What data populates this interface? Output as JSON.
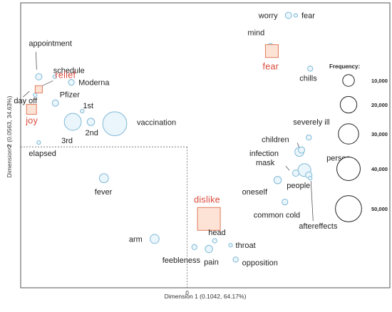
{
  "chart_data": {
    "type": "scatter",
    "xlabel": "Dimension 1   (0.1042,   64.17%)",
    "ylabel": "Dimension 2   (0.0563,   34.63%)",
    "x_zero_label": "0",
    "y_zero_label": "0",
    "xlim": [
      -2.3,
      2.8
    ],
    "ylim": [
      -2.25,
      2.3
    ],
    "points": [
      {
        "label": "worry",
        "x": 1.4,
        "y": 2.1,
        "freq": 3000,
        "kind": "word"
      },
      {
        "label": "fear",
        "x": 1.5,
        "y": 2.1,
        "freq": 1000,
        "kind": "word"
      },
      {
        "label": "mind",
        "x": 1.15,
        "y": 1.6,
        "freq": 3000,
        "kind": "word"
      },
      {
        "label": "chills",
        "x": 1.7,
        "y": 1.25,
        "freq": 2000,
        "kind": "word"
      },
      {
        "label": "appointment",
        "x": -2.05,
        "y": 1.12,
        "freq": 3000,
        "kind": "word"
      },
      {
        "label": "schedule",
        "x": -1.83,
        "y": 1.12,
        "freq": 1000,
        "kind": "word"
      },
      {
        "label": "Moderna",
        "x": -1.6,
        "y": 1.03,
        "freq": 2500,
        "kind": "word"
      },
      {
        "label": "day off",
        "x": -2.1,
        "y": 0.83,
        "freq": 1000,
        "kind": "word"
      },
      {
        "label": "Pfizer",
        "x": -1.82,
        "y": 0.7,
        "freq": 3000,
        "kind": "word"
      },
      {
        "label": "1st",
        "x": -1.45,
        "y": 0.57,
        "freq": 1000,
        "kind": "word"
      },
      {
        "label": "3rd",
        "x": -1.58,
        "y": 0.4,
        "freq": 21000,
        "kind": "word"
      },
      {
        "label": "2nd",
        "x": -1.33,
        "y": 0.4,
        "freq": 4000,
        "kind": "word"
      },
      {
        "label": "vaccination",
        "x": -1.0,
        "y": 0.37,
        "freq": 42000,
        "kind": "word"
      },
      {
        "label": "elapsed",
        "x": -2.05,
        "y": 0.07,
        "freq": 1000,
        "kind": "word"
      },
      {
        "label": "severely ill",
        "x": 1.68,
        "y": 0.15,
        "freq": 2000,
        "kind": "word"
      },
      {
        "label": "children",
        "x": 1.58,
        "y": -0.05,
        "freq": 3000,
        "kind": "word"
      },
      {
        "label": "infection",
        "x": 1.55,
        "y": -0.08,
        "freq": 6000,
        "kind": "word"
      },
      {
        "label": "person",
        "x": 1.62,
        "y": -0.37,
        "freq": 12000,
        "kind": "word"
      },
      {
        "label": "mask",
        "x": 1.5,
        "y": -0.42,
        "freq": 3000,
        "kind": "word"
      },
      {
        "label": "oneself",
        "x": 1.25,
        "y": -0.53,
        "freq": 4000,
        "kind": "word"
      },
      {
        "label": "people",
        "x": 1.68,
        "y": -0.45,
        "freq": 3000,
        "kind": "word"
      },
      {
        "label": "aftereffects",
        "x": 1.7,
        "y": -0.5,
        "freq": 1000,
        "kind": "word"
      },
      {
        "label": "common cold",
        "x": 1.35,
        "y": -0.88,
        "freq": 2500,
        "kind": "word"
      },
      {
        "label": "fever",
        "x": -1.15,
        "y": -0.5,
        "freq": 6000,
        "kind": "word"
      },
      {
        "label": "arm",
        "x": -0.45,
        "y": -1.47,
        "freq": 6000,
        "kind": "word"
      },
      {
        "label": "head",
        "x": 0.38,
        "y": -1.5,
        "freq": 1500,
        "kind": "word"
      },
      {
        "label": "throat",
        "x": 0.6,
        "y": -1.57,
        "freq": 1000,
        "kind": "word"
      },
      {
        "label": "feebleness",
        "x": 0.1,
        "y": -1.6,
        "freq": 2000,
        "kind": "word"
      },
      {
        "label": "pain",
        "x": 0.3,
        "y": -1.63,
        "freq": 4000,
        "kind": "word"
      },
      {
        "label": "opposition",
        "x": 0.67,
        "y": -1.8,
        "freq": 2000,
        "kind": "word"
      },
      {
        "label": "fear",
        "x": 1.17,
        "y": 1.53,
        "kind": "category"
      },
      {
        "label": "relief",
        "x": -2.05,
        "y": 0.92,
        "kind": "category"
      },
      {
        "label": "joy",
        "x": -2.15,
        "y": 0.6,
        "kind": "category"
      },
      {
        "label": "dislike",
        "x": 0.3,
        "y": -1.15,
        "kind": "category"
      }
    ],
    "legend": {
      "title": "Frequency:",
      "placement": "right",
      "values": [
        10000,
        20000,
        30000,
        40000,
        50000
      ],
      "labels": [
        "10,000",
        "20,000",
        "30,000",
        "40,000",
        "50,000"
      ]
    }
  }
}
